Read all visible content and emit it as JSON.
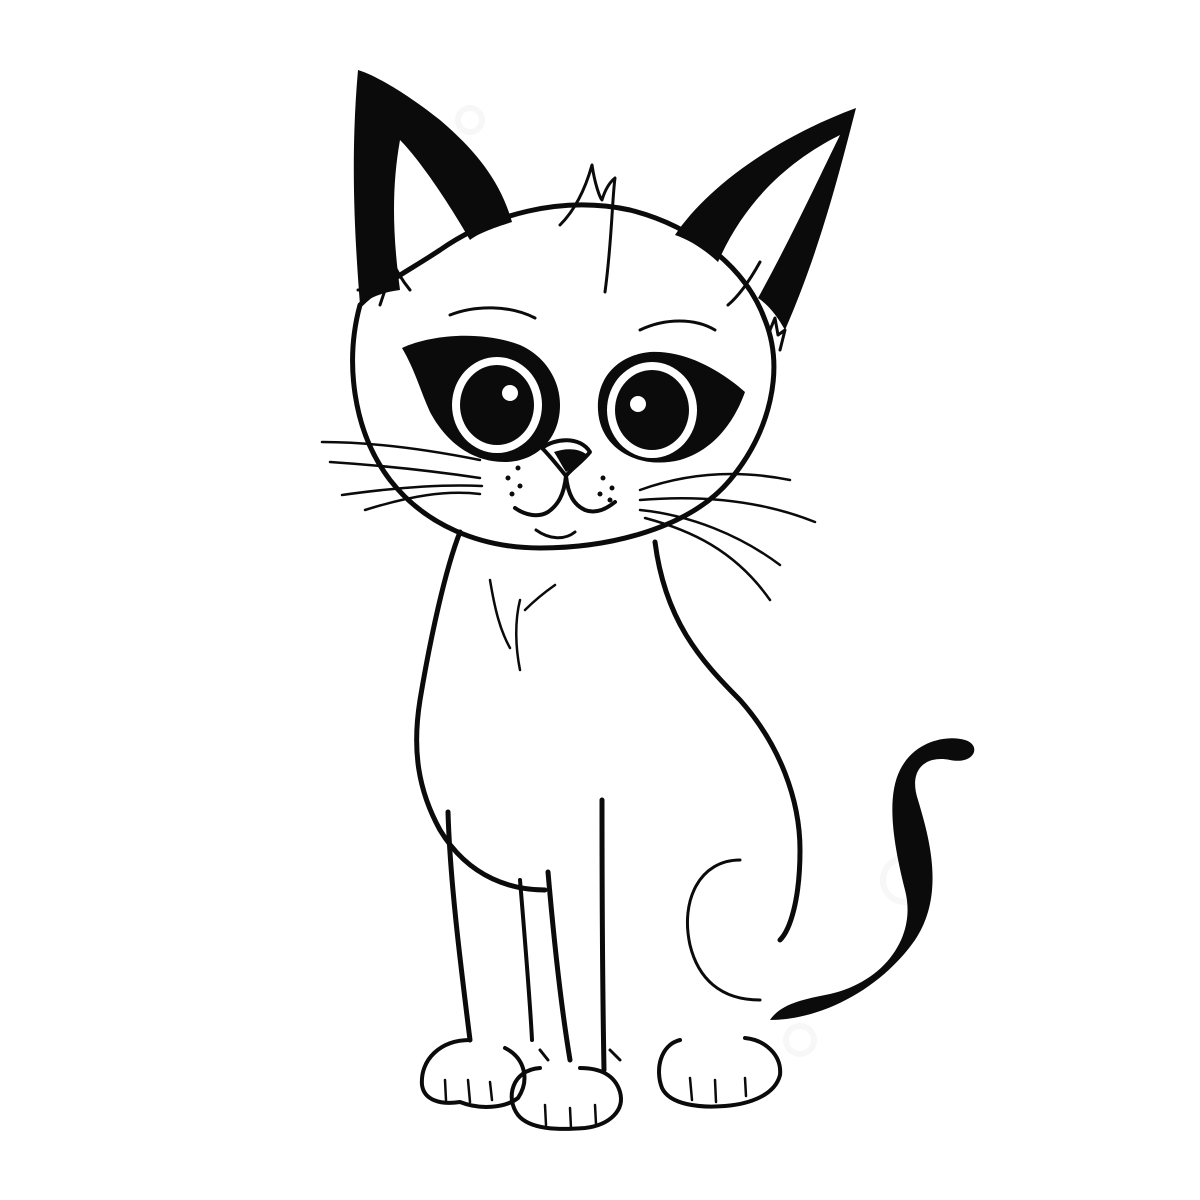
{
  "colors": {
    "background": "#ffffff",
    "ink": "#0b0b0b",
    "fill": "#ffffff",
    "watermark": "#e8e8e8"
  },
  "illustration": {
    "subject": "cartoon-cat",
    "style": "line-art-coloring-page",
    "parts": [
      "left-ear-icon",
      "right-ear-icon",
      "head-outline",
      "hair-tuft",
      "left-eye",
      "right-eye",
      "nose",
      "mouth",
      "whiskers",
      "body-outline",
      "front-legs",
      "paws",
      "tail"
    ]
  }
}
